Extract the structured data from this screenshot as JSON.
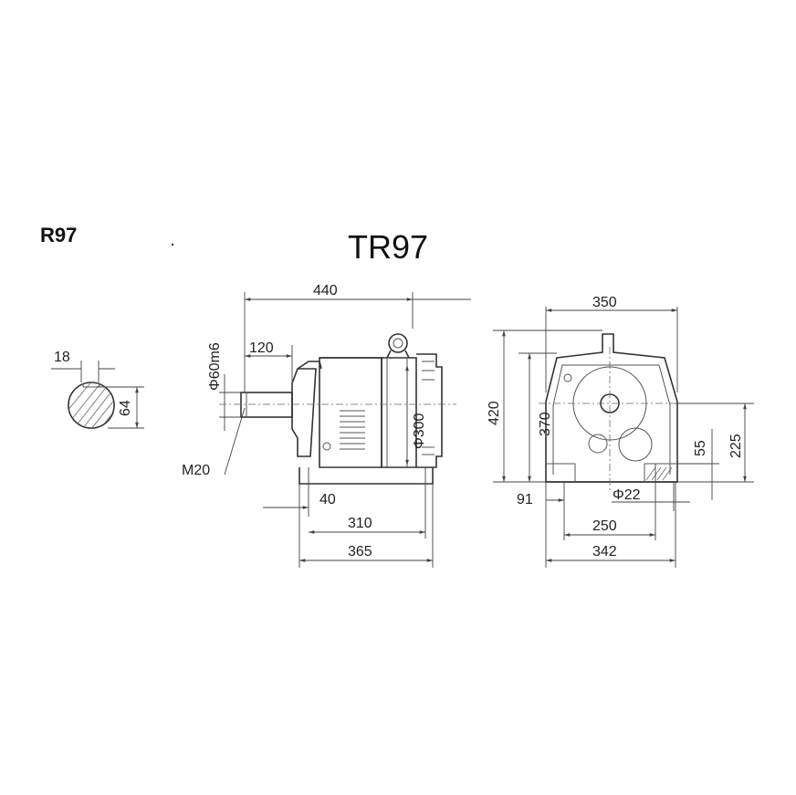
{
  "titles": {
    "model": "R97",
    "drawing": "TR97"
  },
  "shaft_section": {
    "key_width": "18",
    "shaft_height": "64"
  },
  "side_view": {
    "overall_length": "440",
    "shaft_length": "120",
    "shaft_diameter": "Φ60m6",
    "flange_diameter": "Φ300",
    "center_thread": "M20",
    "foot_offset": "40",
    "foot_hole_spacing": "310",
    "foot_length": "365"
  },
  "front_view": {
    "overall_width": "350",
    "overall_height": "420",
    "body_height": "370",
    "shaft_center_height": "225",
    "foot_height": "55",
    "foot_edge_offset": "91",
    "foot_hole_diameter": "Φ22",
    "foot_hole_spacing": "250",
    "foot_width": "342"
  }
}
